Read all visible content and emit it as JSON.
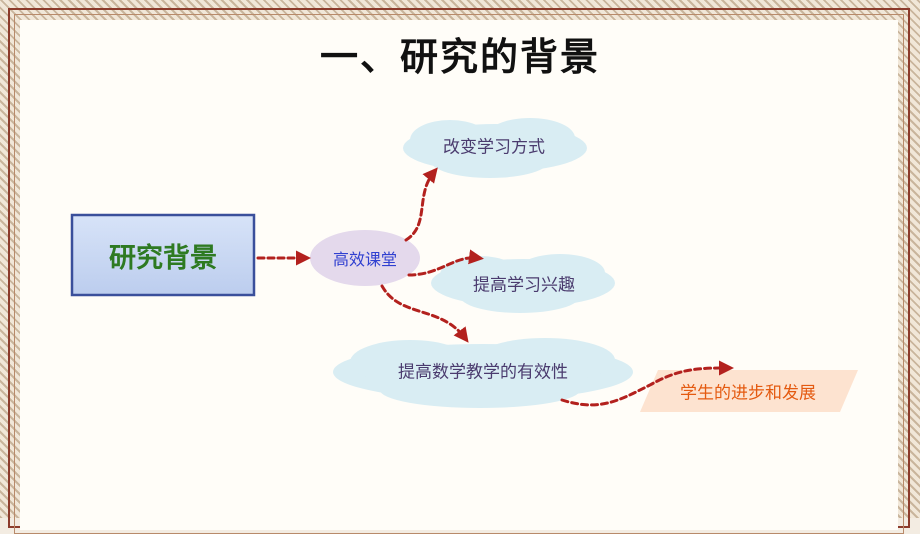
{
  "title": "一、研究的背景",
  "diagram": {
    "root": "研究背景",
    "hub": "高效课堂",
    "branches": [
      "改变学习方式",
      "提高学习兴趣",
      "提高数学教学的有效性"
    ],
    "outcome": "学生的进步和发展"
  },
  "colors": {
    "frame": "#8c3b2b",
    "root_fill": "#c9d9f5",
    "root_border": "#3a4f9b",
    "root_text": "#2e7a22",
    "hub_fill": "#e4d9ec",
    "hub_text": "#2f3fd0",
    "cloud_fill": "#d9edf3",
    "arrow": "#b3211e",
    "outcome_fill": "#fde3d0",
    "outcome_text": "#e45a10"
  }
}
